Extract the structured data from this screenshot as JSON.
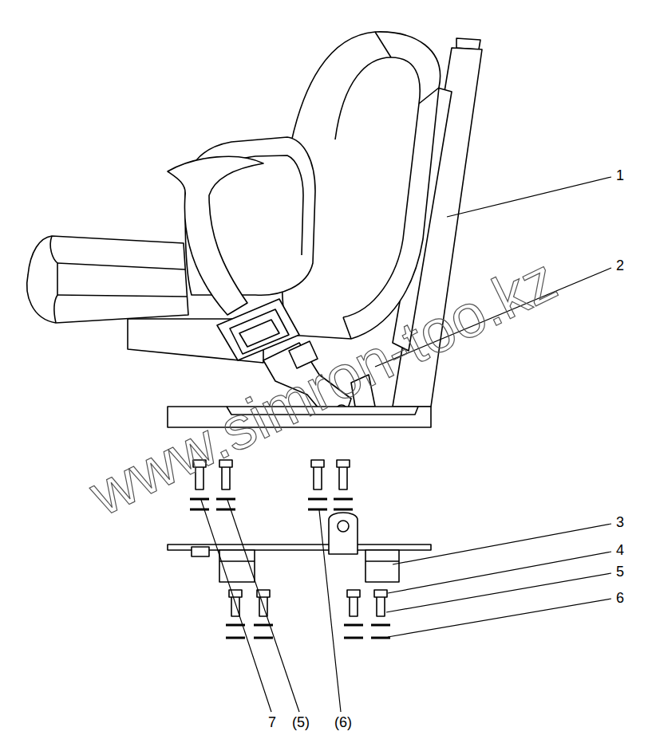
{
  "diagram": {
    "labels": [
      "1",
      "2",
      "3",
      "4",
      "5",
      "6",
      "7",
      "(5)",
      "(6)",
      "www.simron-too.kz"
    ]
  }
}
